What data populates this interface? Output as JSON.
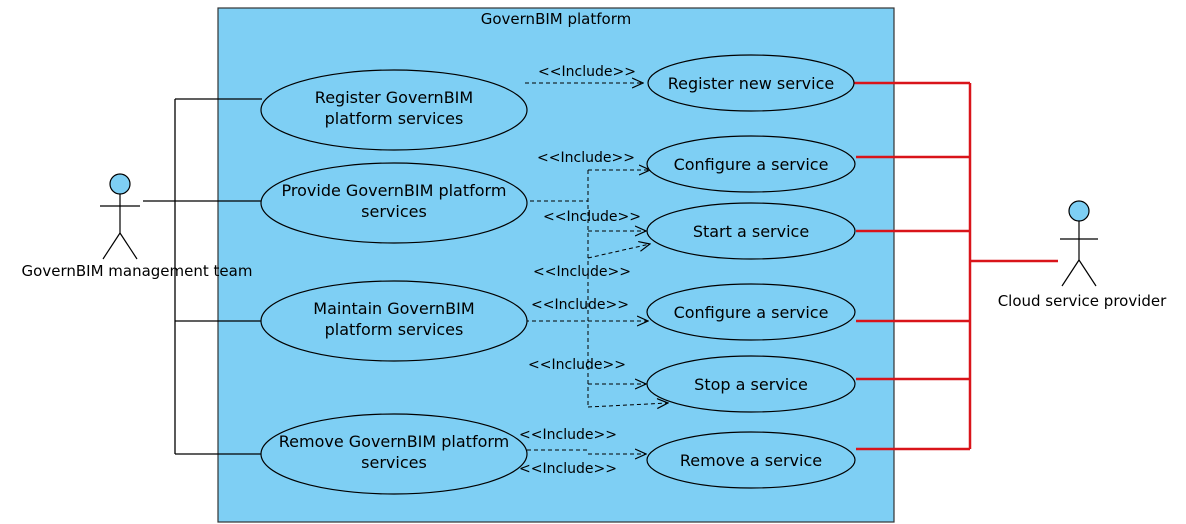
{
  "system": {
    "title": "GovernBIM platform",
    "fill_color": "#7ecff4",
    "border_color": "#333333"
  },
  "actors": {
    "left": {
      "label": "GovernBIM management team"
    },
    "right": {
      "label": "Cloud service provider"
    }
  },
  "colors": {
    "ellipse_fill": "#7ecff4",
    "provider_links": "#d9141a"
  },
  "left_use_cases": [
    {
      "lines": [
        "Register GovernBIM",
        "platform services"
      ]
    },
    {
      "lines": [
        "Provide GovernBIM platform",
        "services"
      ]
    },
    {
      "lines": [
        "Maintain GovernBIM",
        "platform services"
      ]
    },
    {
      "lines": [
        "Remove GovernBIM platform",
        "services"
      ]
    }
  ],
  "right_use_cases": [
    {
      "label": "Register new service"
    },
    {
      "label": "Configure a service"
    },
    {
      "label": "Start a service"
    },
    {
      "label": "Configure a service"
    },
    {
      "label": "Stop a service"
    },
    {
      "label": "Remove a service"
    }
  ],
  "include_labels": [
    "<<Include>>",
    "<<Include>>",
    "<<Include>>",
    "<<Include>>",
    "<<Include>>",
    "<<Include>>",
    "<<Include>>",
    "<<Include>>"
  ]
}
